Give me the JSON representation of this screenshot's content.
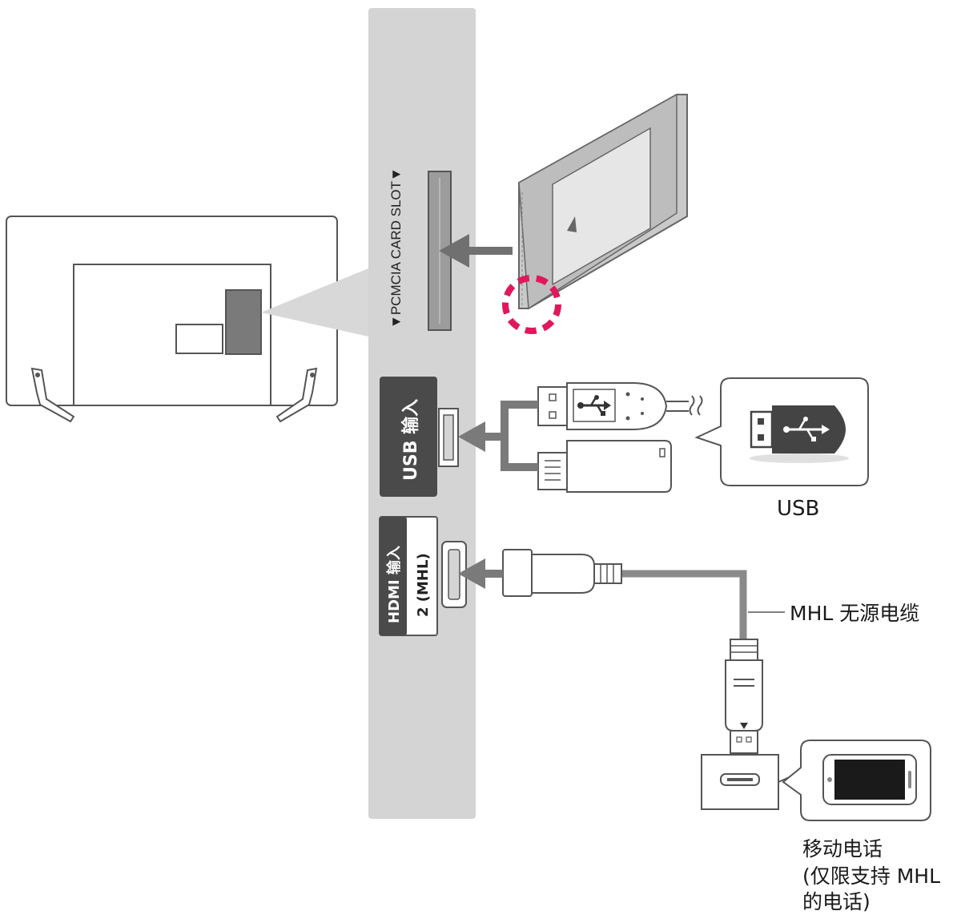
{
  "ports": {
    "pcmcia_label": "▼PCMCIA CARD SLOT▼",
    "usb_label": "USB 输入",
    "hdmi_label": "HDMI 输入",
    "hdmi_sub_label": "2 (MHL)"
  },
  "labels": {
    "usb": "USB",
    "mhl_cable": "MHL 无源电缆",
    "phone_line1": "移动电话",
    "phone_line2": "(仅限支持 MHL",
    "phone_line3": "的电话)"
  },
  "colors": {
    "panel": "#d4d4d4",
    "port_dark": "#4a4a4a",
    "slot": "#9c9c9c",
    "cable": "#8a8a8a",
    "highlight_ring": "#e0185a",
    "outline": "#555555"
  }
}
